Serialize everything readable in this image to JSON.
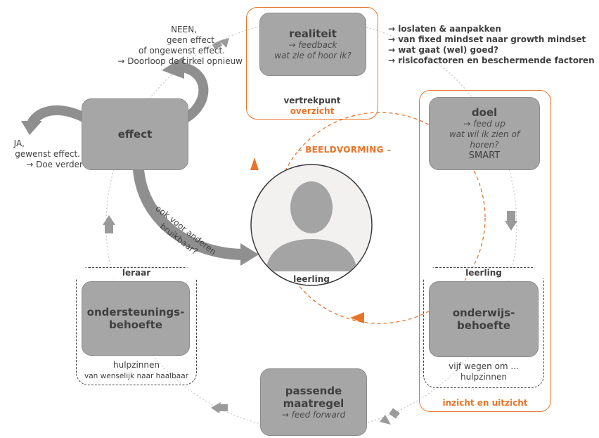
{
  "realiteit": {
    "title": "realiteit",
    "sub1": "→ feedback",
    "sub2": "wat zie of hoor ik?",
    "caption1": "vertrekpunt",
    "caption2": "overzicht"
  },
  "realiteit_bullets": [
    "→ loslaten & aanpakken",
    "→ van fixed mindset naar growth mindset",
    "→ wat gaat (wel) goed?",
    "→ risicofactoren en beschermende factoren"
  ],
  "neen": {
    "l1": "NEEN,",
    "l2": "geen effect",
    "l3": "of ongewenst effect.",
    "l4": "→ Doorloop de cirkel opnieuw"
  },
  "ja": {
    "l1": "JA,",
    "l2": "gewenst effect.",
    "l3": "→ Doe verder"
  },
  "effect": {
    "title": "effect"
  },
  "beeldvorming": "– BEELDVORMING –",
  "bruikbaar": {
    "l1": "ook voor anderen",
    "l2": "bruikbaar?"
  },
  "leerling_center": "leerling",
  "doel": {
    "title": "doel",
    "sub1": "→ feed up",
    "sub2": "wat wil ik zien of",
    "sub3": "horen?",
    "smart": "SMART"
  },
  "onderwijs": {
    "header": "leerling",
    "title1": "onderwijs-",
    "title2": "behoefte",
    "cap1": "vijf wegen om ...",
    "cap2": "hulpzinnen"
  },
  "inzicht": "inzicht en uitzicht",
  "ondersteuning": {
    "header": "leraar",
    "title1": "ondersteunings-",
    "title2": "behoefte",
    "cap1": "hulpzinnen",
    "cap2": "van wenselijk naar haalbaar"
  },
  "maatregel": {
    "title1": "passende",
    "title2": "maatregel",
    "sub": "→ feed forward"
  },
  "colors": {
    "accent": "#e8742a",
    "box": "#a6a6a6",
    "arrow": "#8f8f8f"
  }
}
